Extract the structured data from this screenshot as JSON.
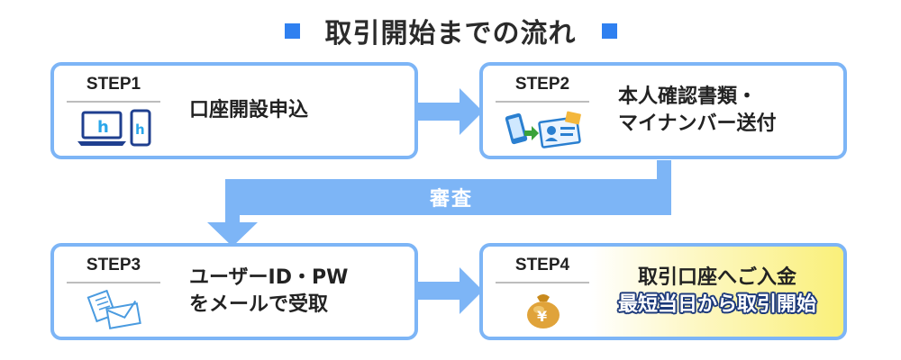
{
  "title": "取引開始までの流れ",
  "colors": {
    "accent": "#2f80f0",
    "card_border": "#7db5f6",
    "connector": "#7db5f6",
    "highlight": "#faf07a",
    "outline_text": "#1d3a7a"
  },
  "steps": [
    {
      "label": "STEP1",
      "lines": [
        "口座開設申込"
      ],
      "icon": "laptop-smartphone-icon"
    },
    {
      "label": "STEP2",
      "lines": [
        "本人確認書類・",
        "マイナンバー送付"
      ],
      "icon": "id-card-upload-icon"
    },
    {
      "label": "STEP3",
      "lines": [
        "ユーザーID・PW",
        "をメールで受取"
      ],
      "icon": "envelope-letters-icon"
    },
    {
      "label": "STEP4",
      "lines": [
        "取引口座へご入金",
        "最短当日から取引開始"
      ],
      "icon": "yen-money-bag-icon"
    }
  ],
  "connector_label": "審査"
}
